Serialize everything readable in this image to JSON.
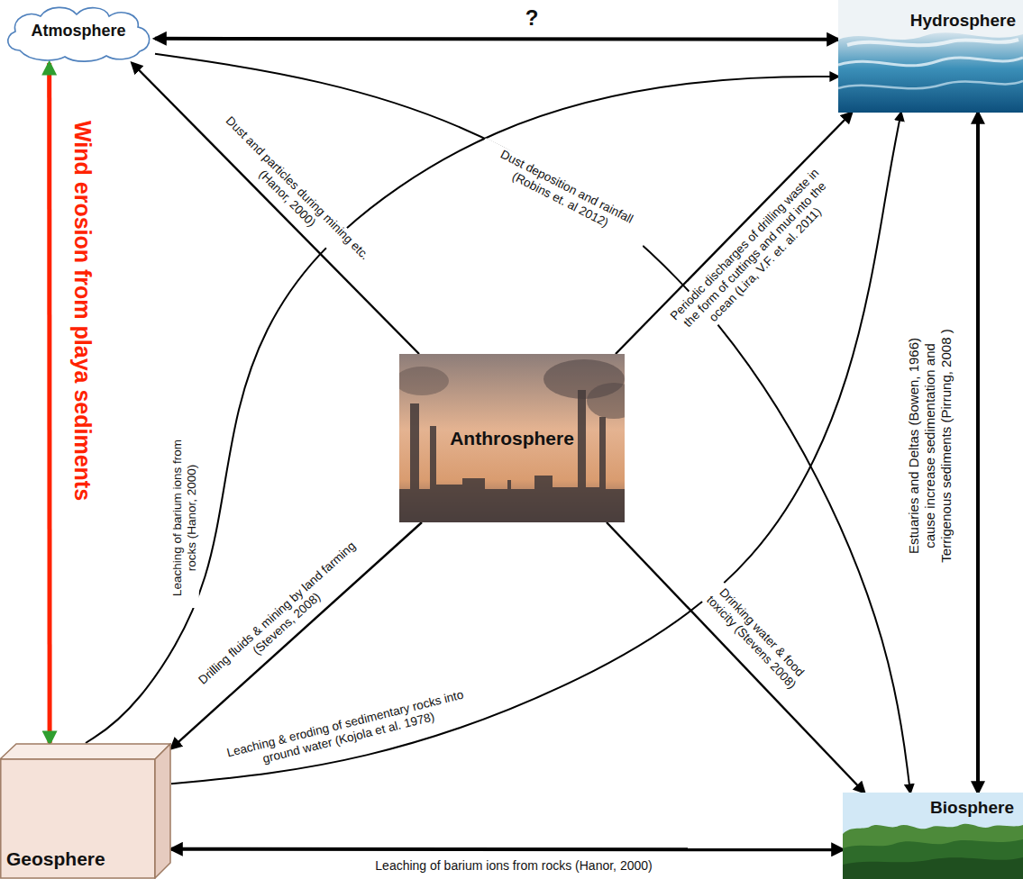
{
  "diagram": {
    "nodes": [
      {
        "text": [
          "Atmosphere"
        ]
      },
      {
        "text": [
          "Hydrosphere"
        ]
      },
      {
        "text": [
          "Anthrosphere"
        ]
      },
      {
        "text": [
          "Geosphere"
        ]
      },
      {
        "text": [
          "Biosphere"
        ]
      }
    ],
    "edges": [
      {
        "from": 0,
        "to": 1,
        "label": "?",
        "arrow": "both"
      },
      {
        "from": 3,
        "to": 0,
        "label": "Wind erosion from playa sediments",
        "arrow": "both"
      },
      {
        "from": 1,
        "to": 4,
        "label": "Estuaries and Deltas (Bowen, 1966) cause increase sedimentation and Terrigenous sediments (Pirrung, 2008 )",
        "arrow": "both"
      },
      {
        "from": 3,
        "to": 4,
        "label": "Leaching of barium ions from rocks (Hanor, 2000)",
        "arrow": "both"
      },
      {
        "from": 2,
        "to": 0,
        "label": "Dust and particles during mining etc. (Hanor, 2000)",
        "arrow": "to"
      },
      {
        "from": 2,
        "to": 1,
        "label": "Periodic discharges of drilling waste in the form of cuttings and mud into the ocean (Lira, V.F. et. al. 2011)",
        "arrow": "to"
      },
      {
        "from": 2,
        "to": 3,
        "label": "Drilling fluids & mining by land farming (Stevens, 2008)",
        "arrow": "to"
      },
      {
        "from": 2,
        "to": 4,
        "label": "Drinking water & food toxicity (Stevens 2008)",
        "arrow": "to"
      },
      {
        "from": 0,
        "to": 4,
        "label": "Dust deposition and rainfall (Robins et. al 2012)",
        "arrow": "to"
      },
      {
        "from": 3,
        "to": 1,
        "label": "Leaching of barium ions from rocks (Hanor, 2000)",
        "arrow": "to"
      },
      {
        "from": 3,
        "to": 1,
        "label": "Leaching & eroding of sedimentary rocks into ground water (Kojola et al. 1978)",
        "arrow": "to"
      }
    ]
  }
}
